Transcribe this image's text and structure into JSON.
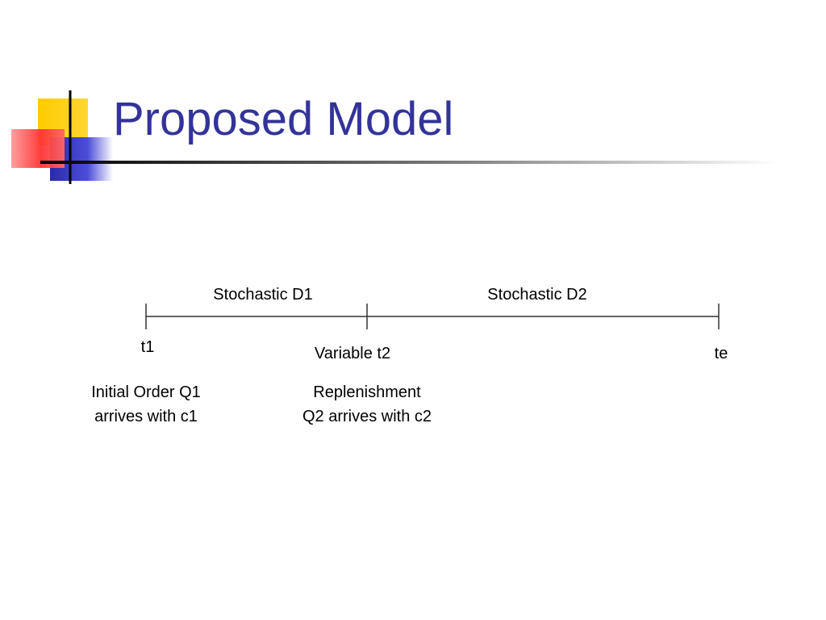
{
  "slide": {
    "title": "Proposed Model"
  },
  "timeline": {
    "segments": [
      {
        "label": "Stochastic D1"
      },
      {
        "label": "Stochastic D2"
      }
    ],
    "points": [
      {
        "label": "t1",
        "description": [
          "Initial Order Q1",
          "arrives with c1"
        ]
      },
      {
        "label": "Variable t2",
        "description": [
          "Replenishment",
          "Q2 arrives with c2"
        ]
      },
      {
        "label": "te"
      }
    ]
  },
  "colors": {
    "title": "#333399",
    "logo_yellow": "#ffcc00",
    "logo_red": "#ff3333",
    "logo_blue": "#3333cc"
  }
}
